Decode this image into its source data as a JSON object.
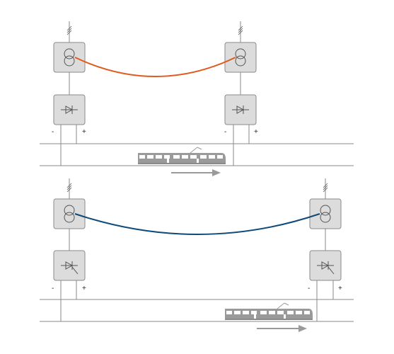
{
  "colors": {
    "box_fill": "#dcdcdc",
    "box_stroke": "#8a8a8a",
    "line": "#8a8a8a",
    "symbol": "#555555",
    "cable_top": "#e05a1e",
    "cable_bottom": "#0e4a7a",
    "train": "#9a9a9a",
    "arrow": "#9a9a9a"
  },
  "top_section": {
    "left_station": {
      "rectifier": "diode",
      "minus_label": "-",
      "plus_label": "+"
    },
    "right_station": {
      "rectifier": "diode",
      "minus_label": "-",
      "plus_label": "+"
    },
    "cable": "orange",
    "train_direction": "right"
  },
  "bottom_section": {
    "left_station": {
      "rectifier": "thyristor",
      "minus_label": "-",
      "plus_label": "+"
    },
    "right_station": {
      "rectifier": "thyristor",
      "minus_label": "-",
      "plus_label": "+"
    },
    "cable": "blue",
    "train_direction": "right"
  },
  "icons": [
    "transformer-icon",
    "diode-icon",
    "thyristor-icon",
    "tram-icon",
    "arrow-right-icon",
    "feeder-break-icon"
  ]
}
